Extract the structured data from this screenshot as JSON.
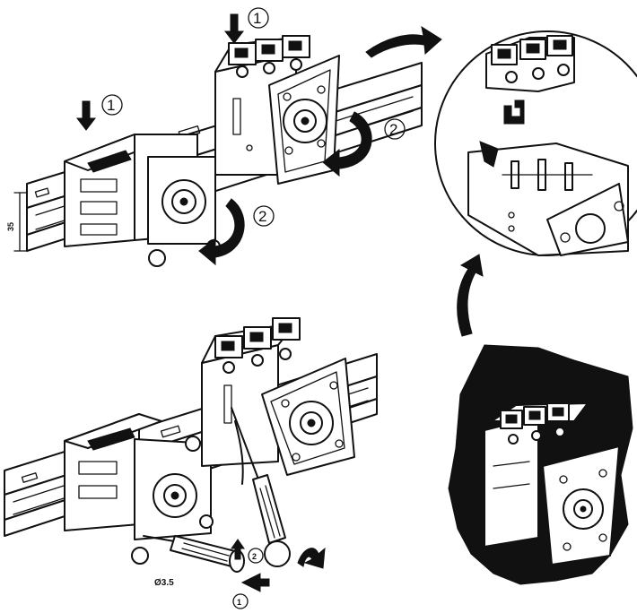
{
  "labels": {
    "step1": "1",
    "step2": "2",
    "rail_height": "35",
    "screwdriver_size": "Ø3.5"
  },
  "colors": {
    "ink": "#111111",
    "paper": "#ffffff"
  },
  "icons": [
    "curved-arrow-icon",
    "down-arrow-icon",
    "rotate-arrow-icon",
    "screwdriver-icon"
  ]
}
